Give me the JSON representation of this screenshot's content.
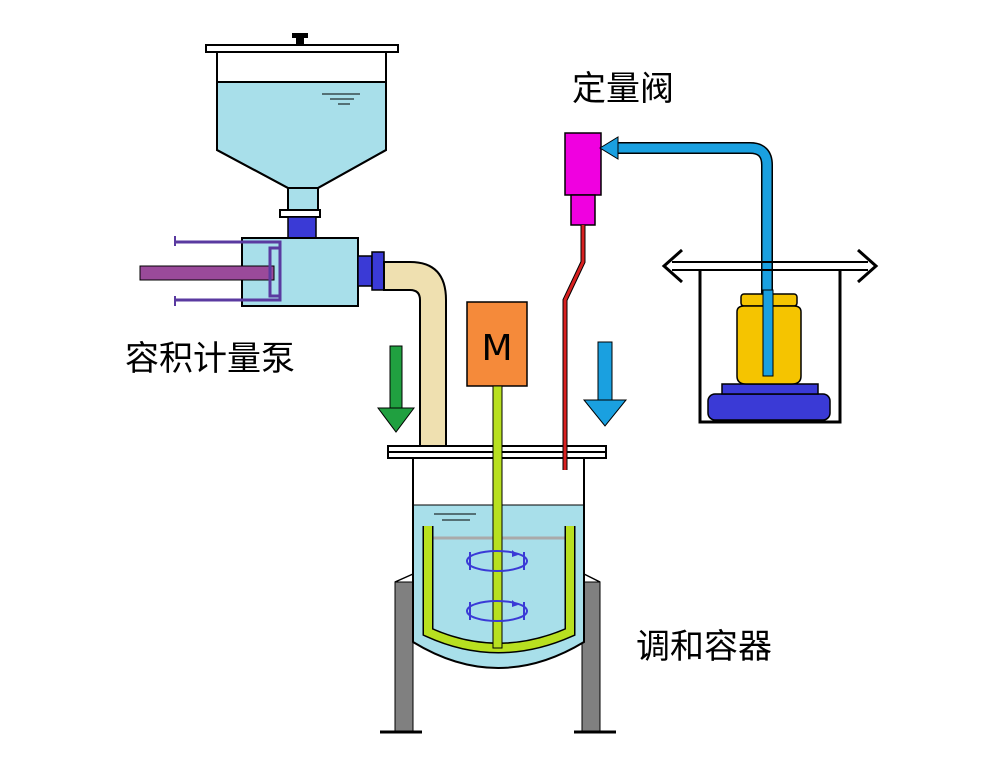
{
  "labels": {
    "pump": "容积计量泵",
    "valve": "定量阀",
    "vessel": "调和容器",
    "motor": "M"
  },
  "colors": {
    "liquid": "#a8dfea",
    "outline": "#000000",
    "pump_body": "#a8dfea",
    "flange": "#3a3ad6",
    "piston_rod": "#9a4a9a",
    "pump_frame": "#5a3aa0",
    "transfer_pipe": "#efe0b0",
    "motor": "#f58a3a",
    "shaft": "#b8e020",
    "valve_body": "#f000e0",
    "valve_pipe": "#d82020",
    "feed_line": "#1aa0e0",
    "jar": "#f5c400",
    "scale": "#3a3ad6",
    "arrow_green": "#20a040",
    "arrow_blue": "#1aa0e0",
    "legs": "#808080",
    "agitator_arrows": "#3a3ad6"
  },
  "icons": [
    "down-arrow-icon",
    "down-arrow-icon",
    "double-headed-arrow-icon",
    "rotation-arrow-icon"
  ]
}
